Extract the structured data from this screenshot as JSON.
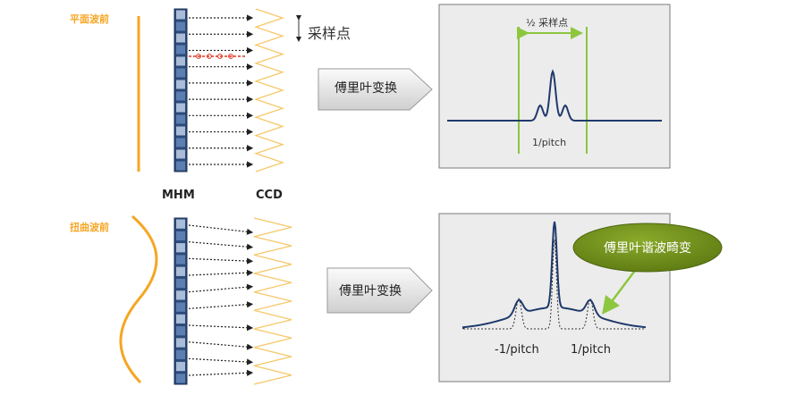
{
  "top": {
    "wavefront_label": "平面波前",
    "sampling_label": "采样点",
    "transform_label": "傅里叶变换",
    "half_sampling_label": "½ 采样点",
    "pitch_label": "1/pitch"
  },
  "mid": {
    "mhm_label": "MHM",
    "ccd_label": "CCD"
  },
  "bottom": {
    "wavefront_label": "扭曲波前",
    "transform_label": "傅里叶变换",
    "distortion_label": "傅里叶谐波畸变",
    "neg_pitch_label": "-1/pitch",
    "pos_pitch_label": "1/pitch"
  },
  "colors": {
    "orange": "#f5a623",
    "red": "#e0301e",
    "green_line": "#8dc63f",
    "navy": "#1f3a6b",
    "mhm": "#2b4a7a",
    "panel": "#ececec",
    "callout": "#6f8d1c"
  }
}
